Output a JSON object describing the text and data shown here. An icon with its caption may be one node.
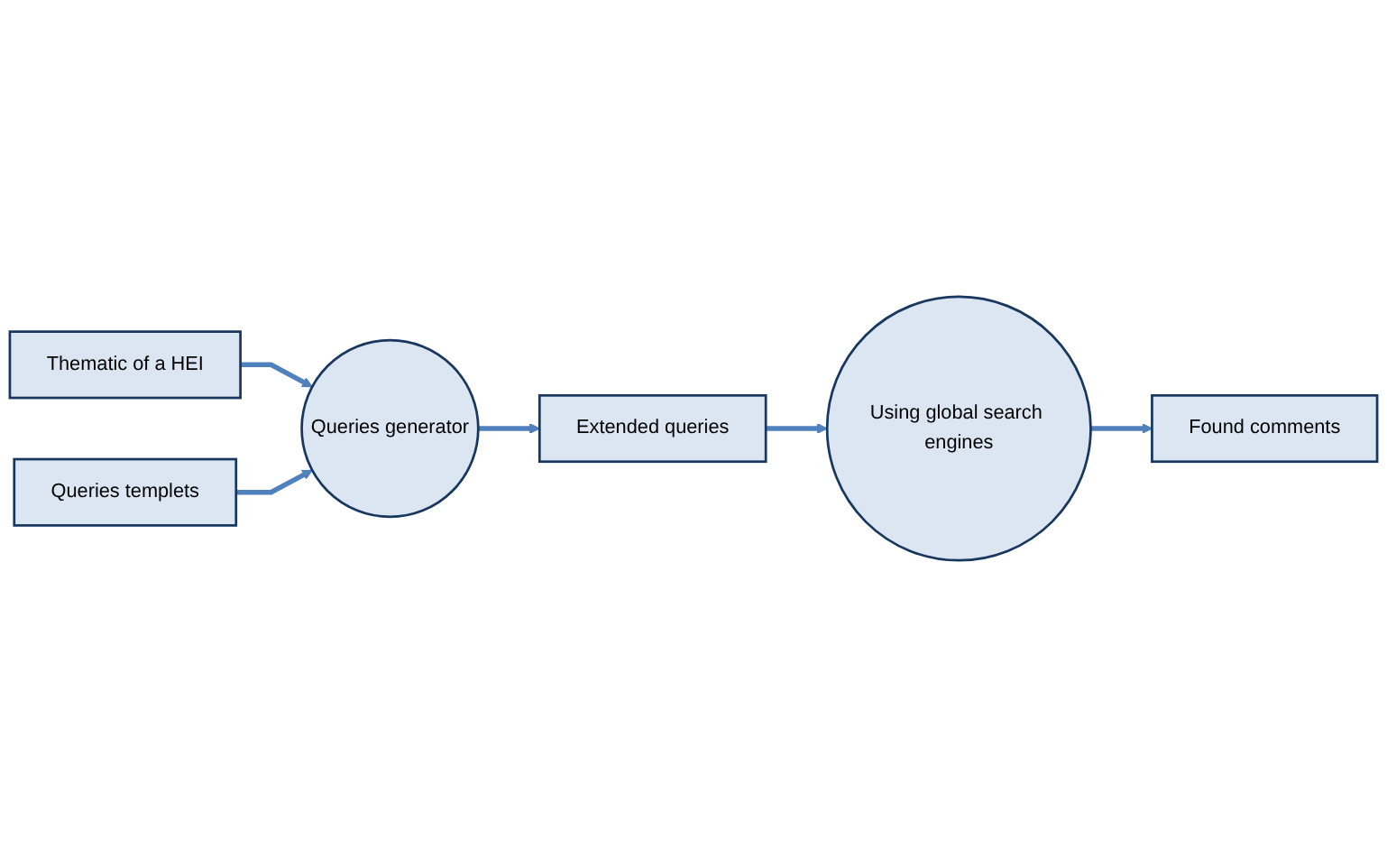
{
  "diagram": {
    "nodes": [
      {
        "text": [
          "Thematic of a HEI"
        ]
      },
      {
        "text": [
          "Queries generator"
        ]
      },
      {
        "text": [
          "Queries templets"
        ]
      },
      {
        "text": [
          "Extended queries"
        ]
      },
      {
        "text": [
          "Using global search engines"
        ]
      },
      {
        "text": [
          "Found comments"
        ]
      }
    ],
    "edges": [
      {
        "from": 0,
        "to": 1,
        "arrow": "to"
      },
      {
        "from": 2,
        "to": 1,
        "arrow": "to"
      },
      {
        "from": 1,
        "to": 3,
        "arrow": "to"
      },
      {
        "from": 3,
        "to": 4,
        "arrow": "to"
      },
      {
        "from": 4,
        "to": 5,
        "arrow": "to"
      }
    ]
  }
}
